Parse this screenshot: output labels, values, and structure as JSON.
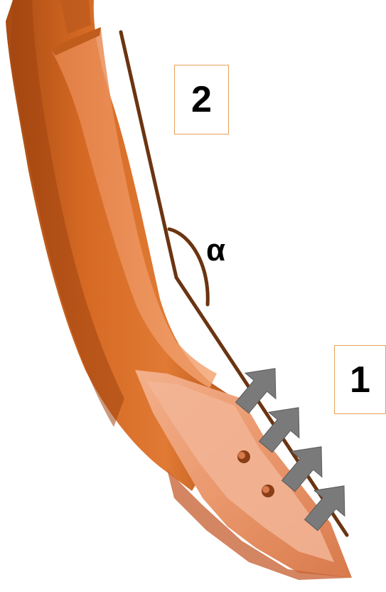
{
  "labels": {
    "box_1": "1",
    "box_2": "2",
    "angle_symbol": "α"
  },
  "colors": {
    "tool_body": "#d2691e",
    "tool_shadow": "#a64b14",
    "tool_highlight": "#f0a070",
    "blade": "#e8946a",
    "guide_line": "#6b3410",
    "arrow_fill": "#7a7a7a",
    "label_border": "#e8a15a"
  },
  "icons": {
    "flow_arrows": "up-right-arrow-icon",
    "bolts": "bolt-icon"
  }
}
